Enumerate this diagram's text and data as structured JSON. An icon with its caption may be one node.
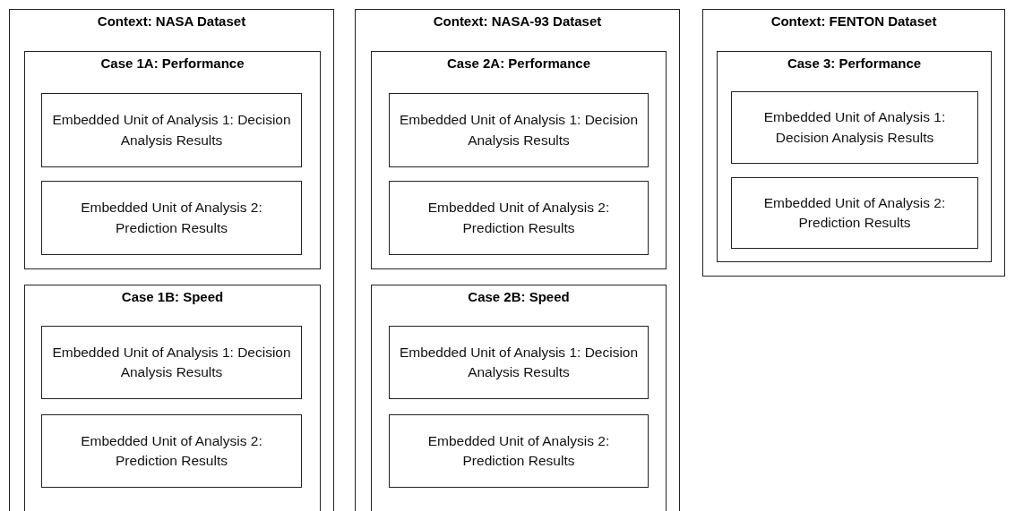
{
  "diagram": {
    "nodes": [
      {
        "text": [
          "Context: NASA Dataset"
        ]
      },
      {
        "text": [
          "Case 1A: Performance"
        ],
        "in": 0
      },
      {
        "text": [
          "Embedded Unit of Analysis 1: Decision Analysis Results"
        ],
        "in": 1
      },
      {
        "text": [
          "Embedded Unit of Analysis 2: Prediction Results"
        ],
        "in": 1
      },
      {
        "text": [
          "Case 1B: Speed"
        ],
        "in": 0
      },
      {
        "text": [
          "Embedded Unit of Analysis 1: Decision Analysis Results"
        ],
        "in": 4
      },
      {
        "text": [
          "Embedded Unit of Analysis 2: Prediction Results"
        ],
        "in": 4
      },
      {
        "text": [
          "Context: NASA-93 Dataset"
        ]
      },
      {
        "text": [
          "Case 2A: Performance"
        ],
        "in": 7
      },
      {
        "text": [
          "Embedded Unit of Analysis 1: Decision Analysis Results"
        ],
        "in": 8
      },
      {
        "text": [
          "Embedded Unit of Analysis 2: Prediction Results"
        ],
        "in": 8
      },
      {
        "text": [
          "Case 2B: Speed"
        ],
        "in": 7
      },
      {
        "text": [
          "Embedded Unit of Analysis 1: Decision Analysis Results"
        ],
        "in": 11
      },
      {
        "text": [
          "Embedded Unit of Analysis 2: Prediction Results"
        ],
        "in": 11
      },
      {
        "text": [
          "Context: FENTON Dataset"
        ]
      },
      {
        "text": [
          "Case 3: Performance"
        ],
        "in": 14
      },
      {
        "text": [
          "Embedded Unit of Analysis 1: Decision Analysis Results"
        ],
        "in": 15
      },
      {
        "text": [
          "Embedded Unit of Analysis 2: Prediction Results"
        ],
        "in": 15
      }
    ]
  }
}
